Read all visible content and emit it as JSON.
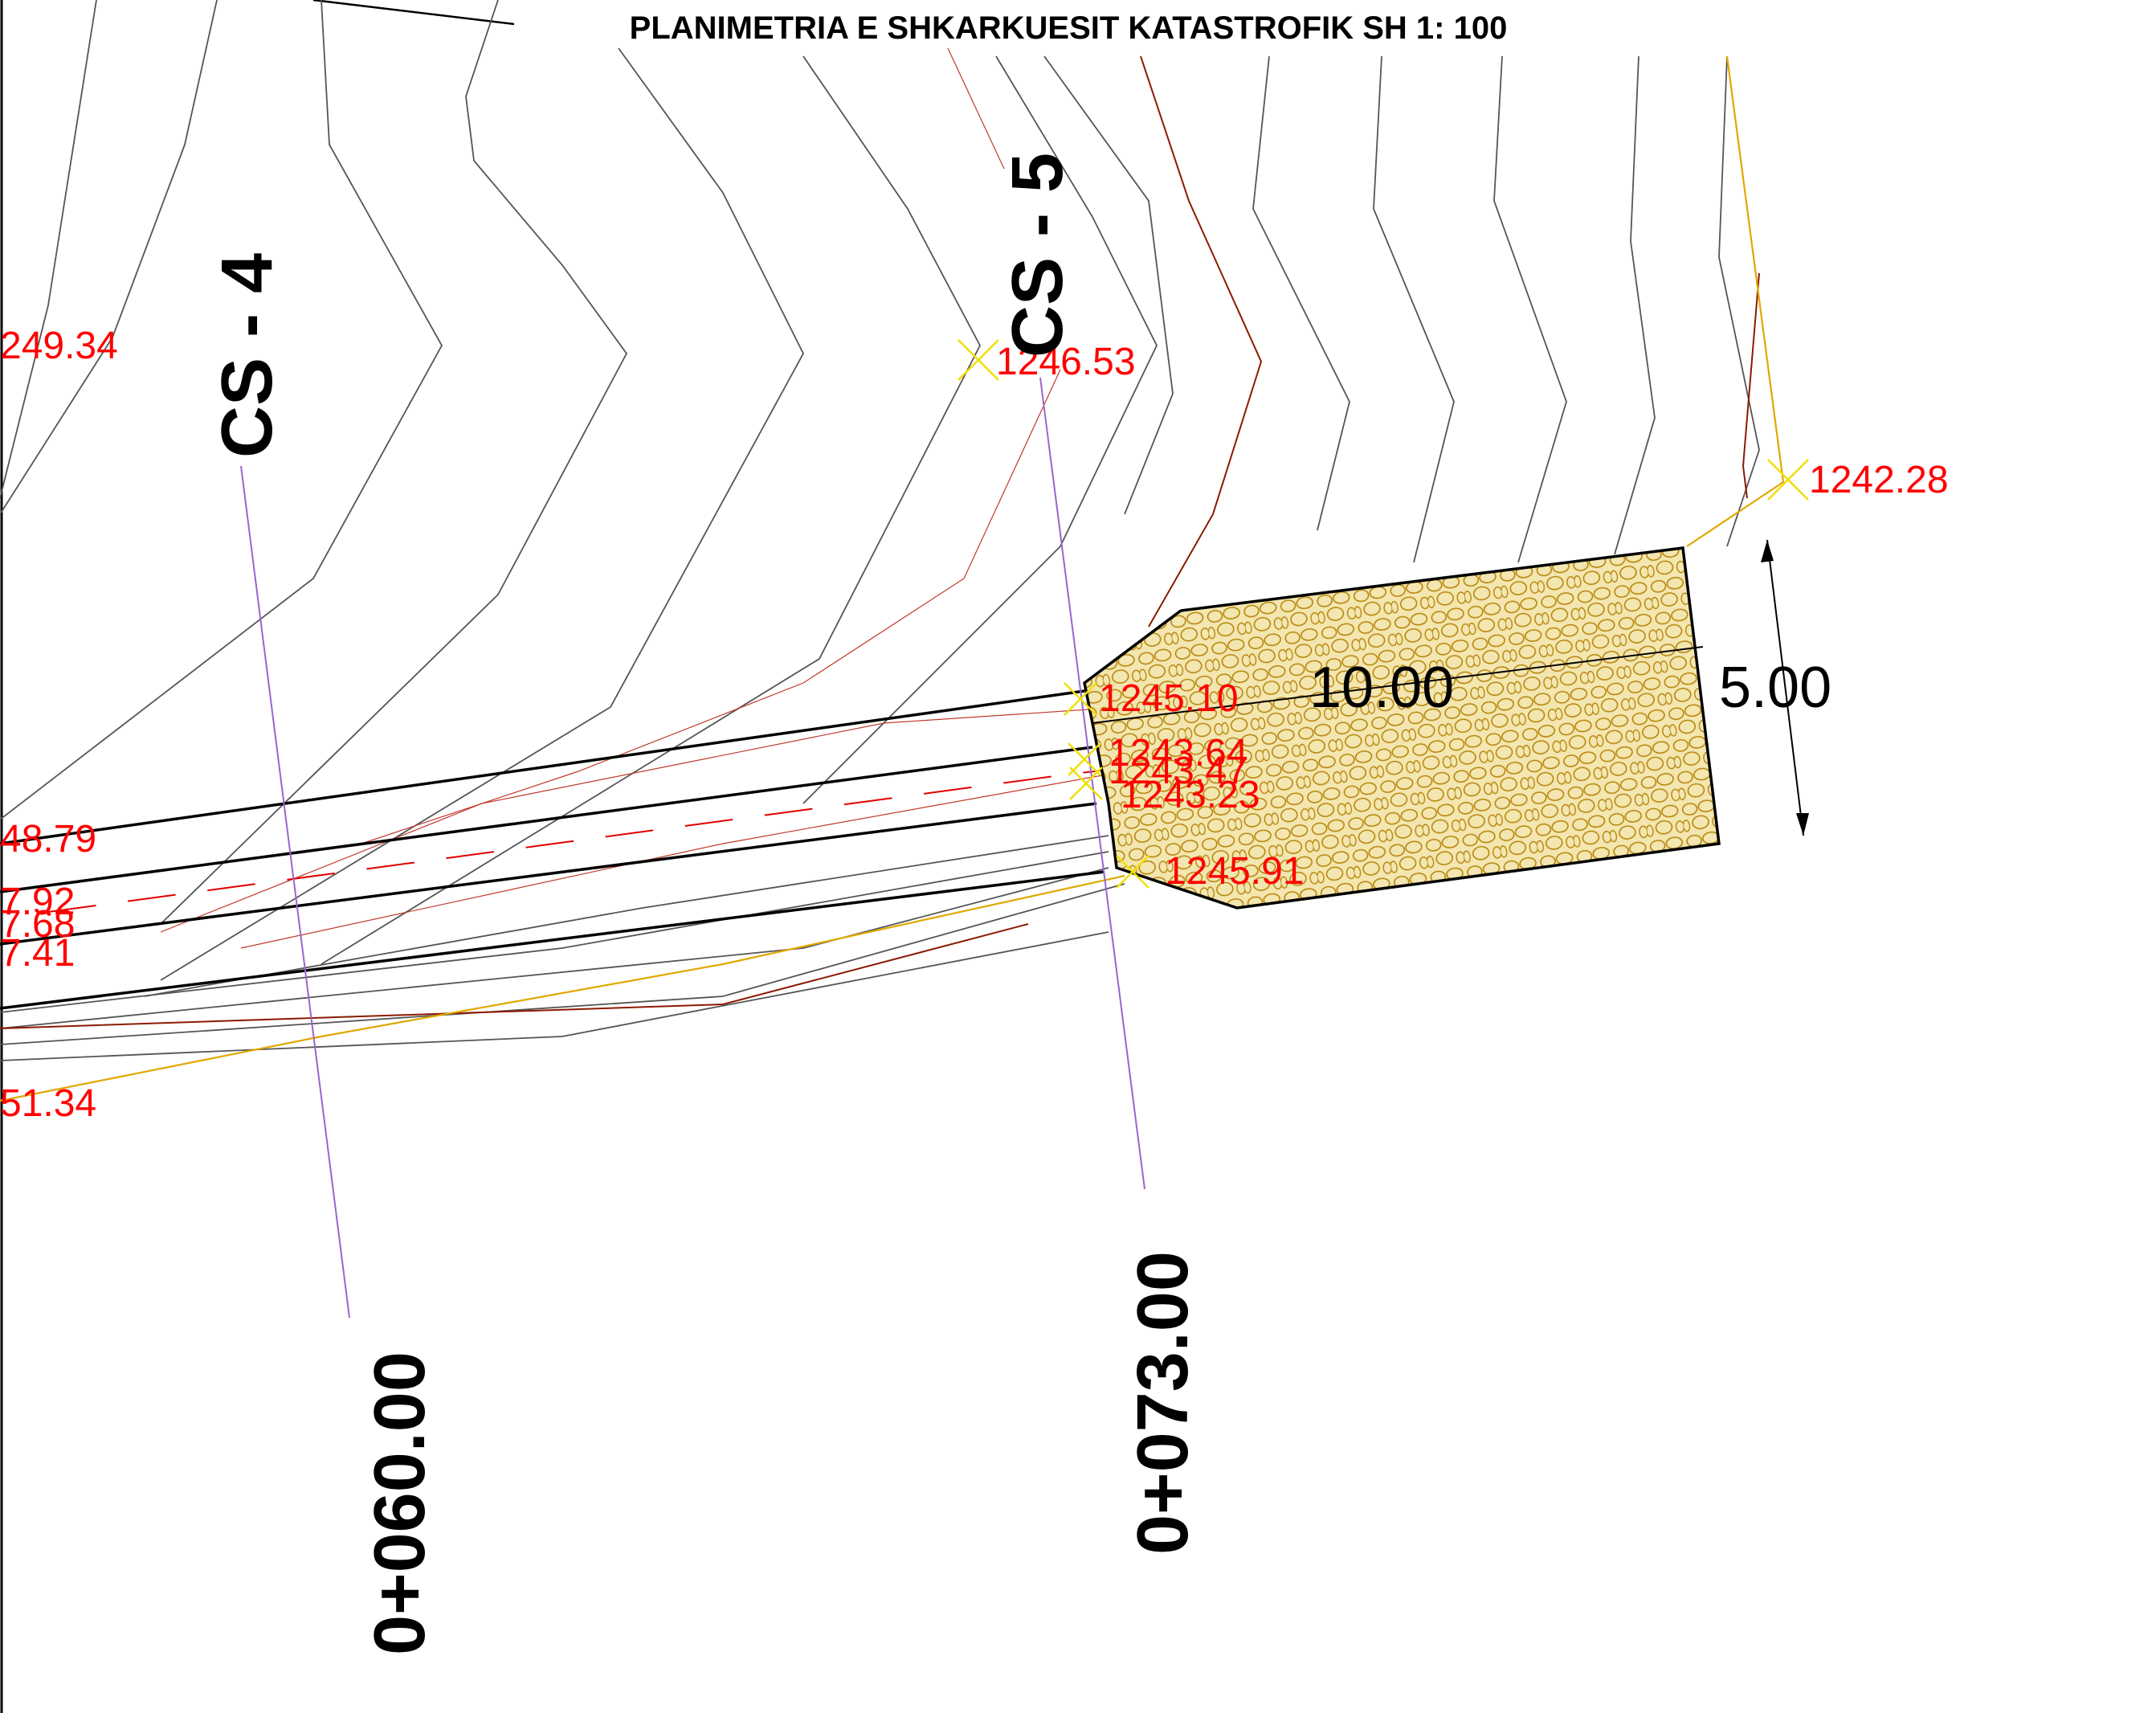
{
  "title": "PLANIMETRIA E SHKARKUESIT KATASTROFIK SH 1: 100",
  "sections": [
    {
      "label": "CS - 4",
      "chainage": "0+060.00"
    },
    {
      "label": "CS - 5",
      "chainage": "0+073.00"
    }
  ],
  "dimensions": {
    "length": "10.00",
    "width": "5.00"
  },
  "elevations": {
    "e1": "249.34",
    "e2": "1246.53",
    "e3": "1242.28",
    "e4": "1245.10",
    "e5": "1243.64",
    "e6": "1243.47",
    "e7": "1243.23",
    "e8": "1245.91",
    "e9": "48.79",
    "e10": "7.92",
    "e11": "7.68",
    "e12": "7.41",
    "e13": "51.34"
  },
  "colors": {
    "elevation_text": "#ff0000",
    "riprap_fill": "#f3e6b0",
    "riprap_stroke": "#b8860b",
    "section_line": "#9966cc",
    "contour": "#555555"
  }
}
